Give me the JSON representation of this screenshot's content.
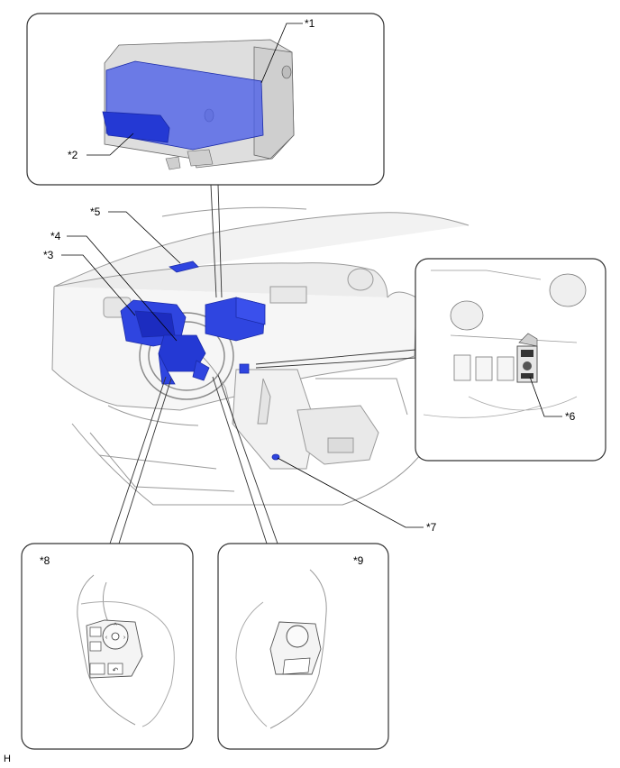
{
  "callouts": {
    "c1": "*1",
    "c2": "*2",
    "c3": "*3",
    "c4": "*4",
    "c5": "*5",
    "c6": "*6",
    "c7": "*7",
    "c8": "*8",
    "c9": "*9"
  },
  "figure_code": "H",
  "colors": {
    "highlight": "#2436d8",
    "outline": "#555555",
    "panel_border": "#333333",
    "grey_part": "#d4d4d4"
  }
}
